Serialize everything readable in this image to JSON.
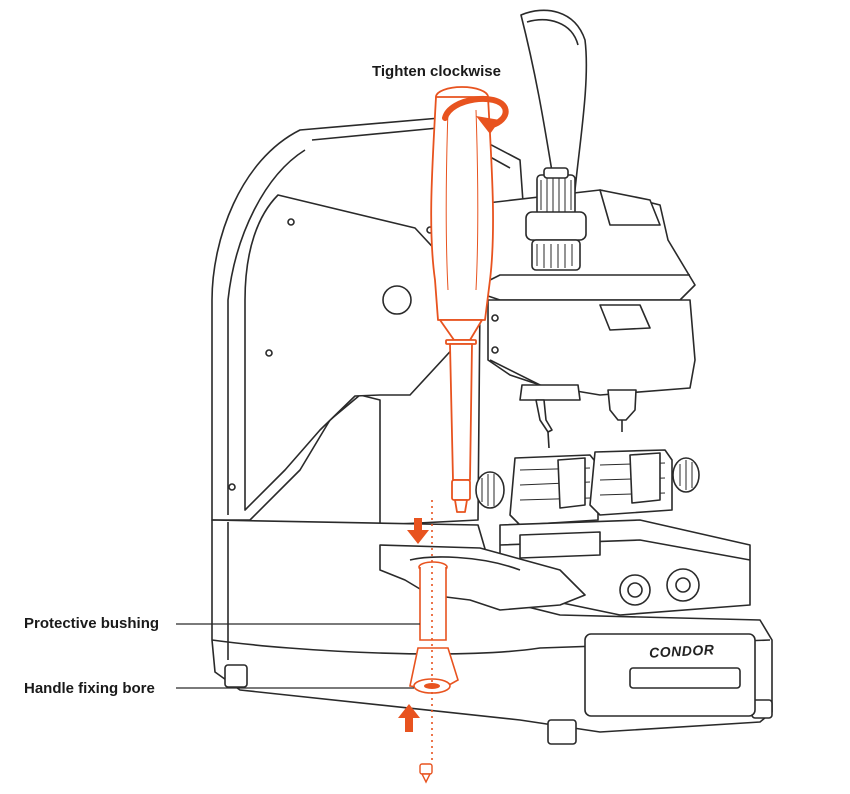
{
  "labels": {
    "tighten": "Tighten clockwise",
    "bushing": "Protective bushing",
    "bore": "Handle fixing bore"
  },
  "machine": {
    "brand": "CONDOR"
  },
  "colors": {
    "accent": "#e8531f",
    "outline": "#2a2a2a",
    "fill": "#ffffff"
  }
}
